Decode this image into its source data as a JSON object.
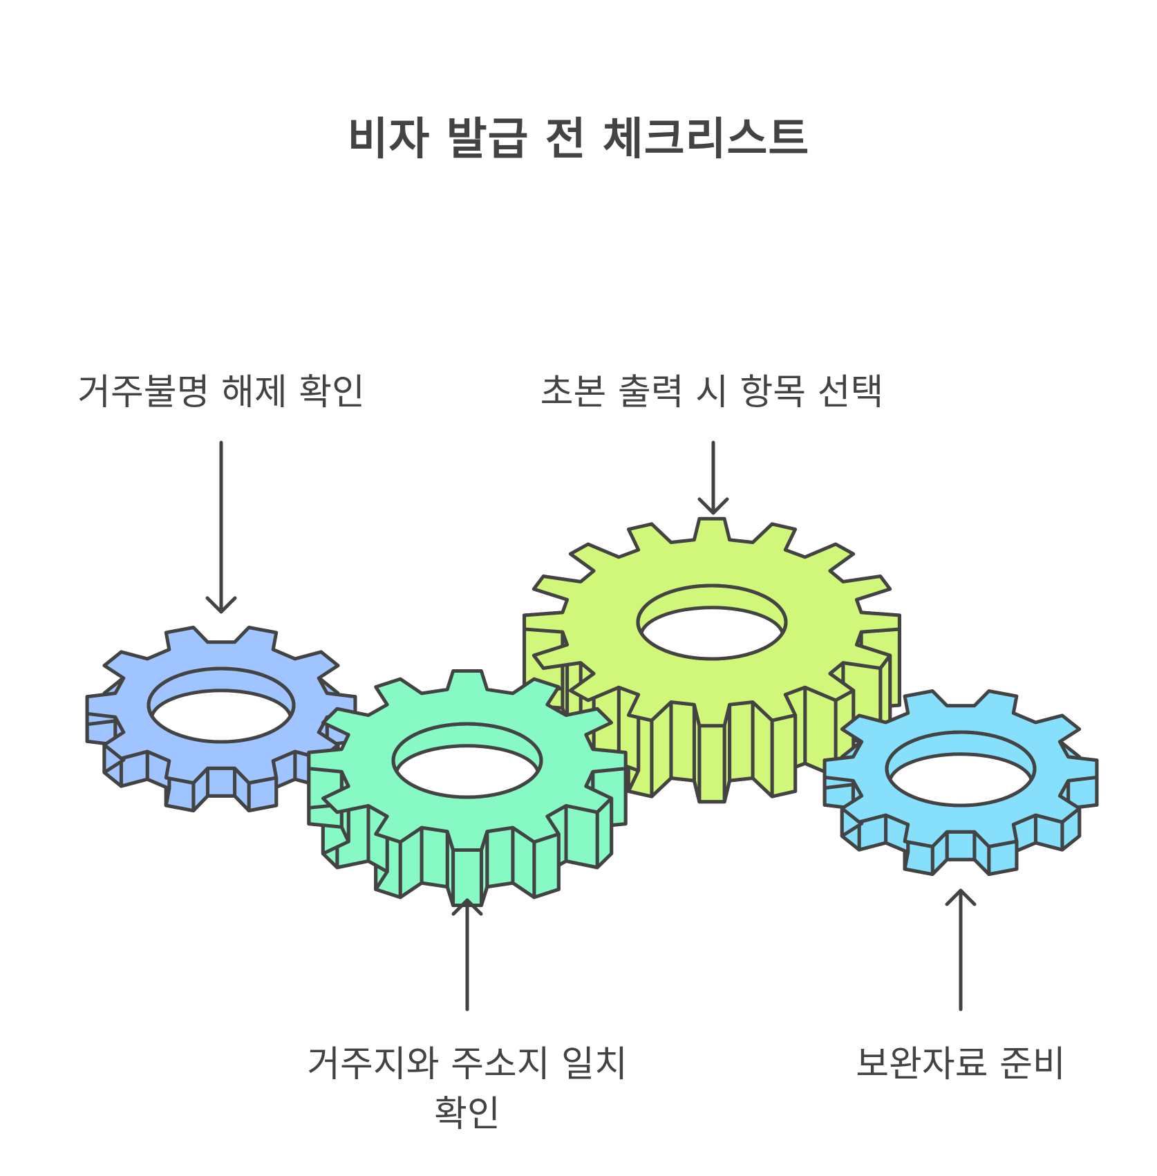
{
  "title": "비자 발급 전 체크리스트",
  "labels": {
    "blue": "거주불명 해제 확인",
    "lime": "초본 출력 시 항목 선택",
    "green_line1": "거주지와 주소지 일치",
    "green_line2": "확인",
    "cyan": "보완자료 준비"
  },
  "colors": {
    "blue_gear": "#a0c4ff",
    "green_gear": "#87f9c4",
    "lime_gear": "#d1f77a",
    "cyan_gear": "#86e0fc",
    "outline": "#434343"
  }
}
